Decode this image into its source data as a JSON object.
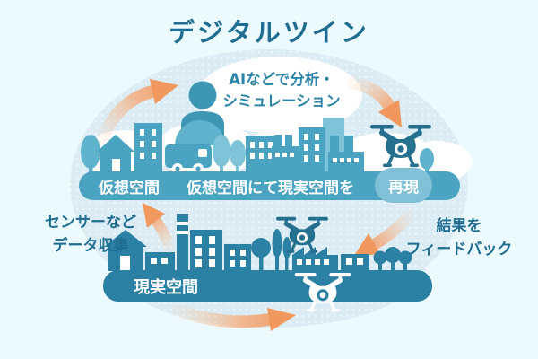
{
  "title": "デジタルツイン",
  "bubble": {
    "line1": "AIなどで分析・",
    "line2": "シミュレーション"
  },
  "virtual": {
    "label": "仮想空間",
    "caption": "仮想空間にて現実空間を",
    "pill": "再現"
  },
  "real": {
    "label": "現実空間"
  },
  "left_note": {
    "line1": "センサーなど",
    "line2": "データ収集"
  },
  "right_note": {
    "line1": "結果を",
    "line2": "フィードバック"
  },
  "icons": {
    "person": "person-icon",
    "drone": "drone-icon",
    "arrows": [
      "arrow-city-to-ai",
      "arrow-ai-to-virtual",
      "arrow-real-to-virtual",
      "arrow-feedback-to-real",
      "arrow-real-cycle"
    ]
  },
  "colors": {
    "background": "#ecfafe",
    "panel_dots": "#dcecf4",
    "virtual_bar": "#4aa3c0",
    "virtual_city_light": "#7fc3d8",
    "virtual_city_mid": "#5fb3cd",
    "pill": "#80c1d7",
    "real_bar": "#2b81a4",
    "arrow_orange": "#f2995f",
    "text_dark_teal": "#1f6e92",
    "text_teal": "#2c85a8",
    "drone": "#25708f",
    "person": "#3e96b5"
  }
}
